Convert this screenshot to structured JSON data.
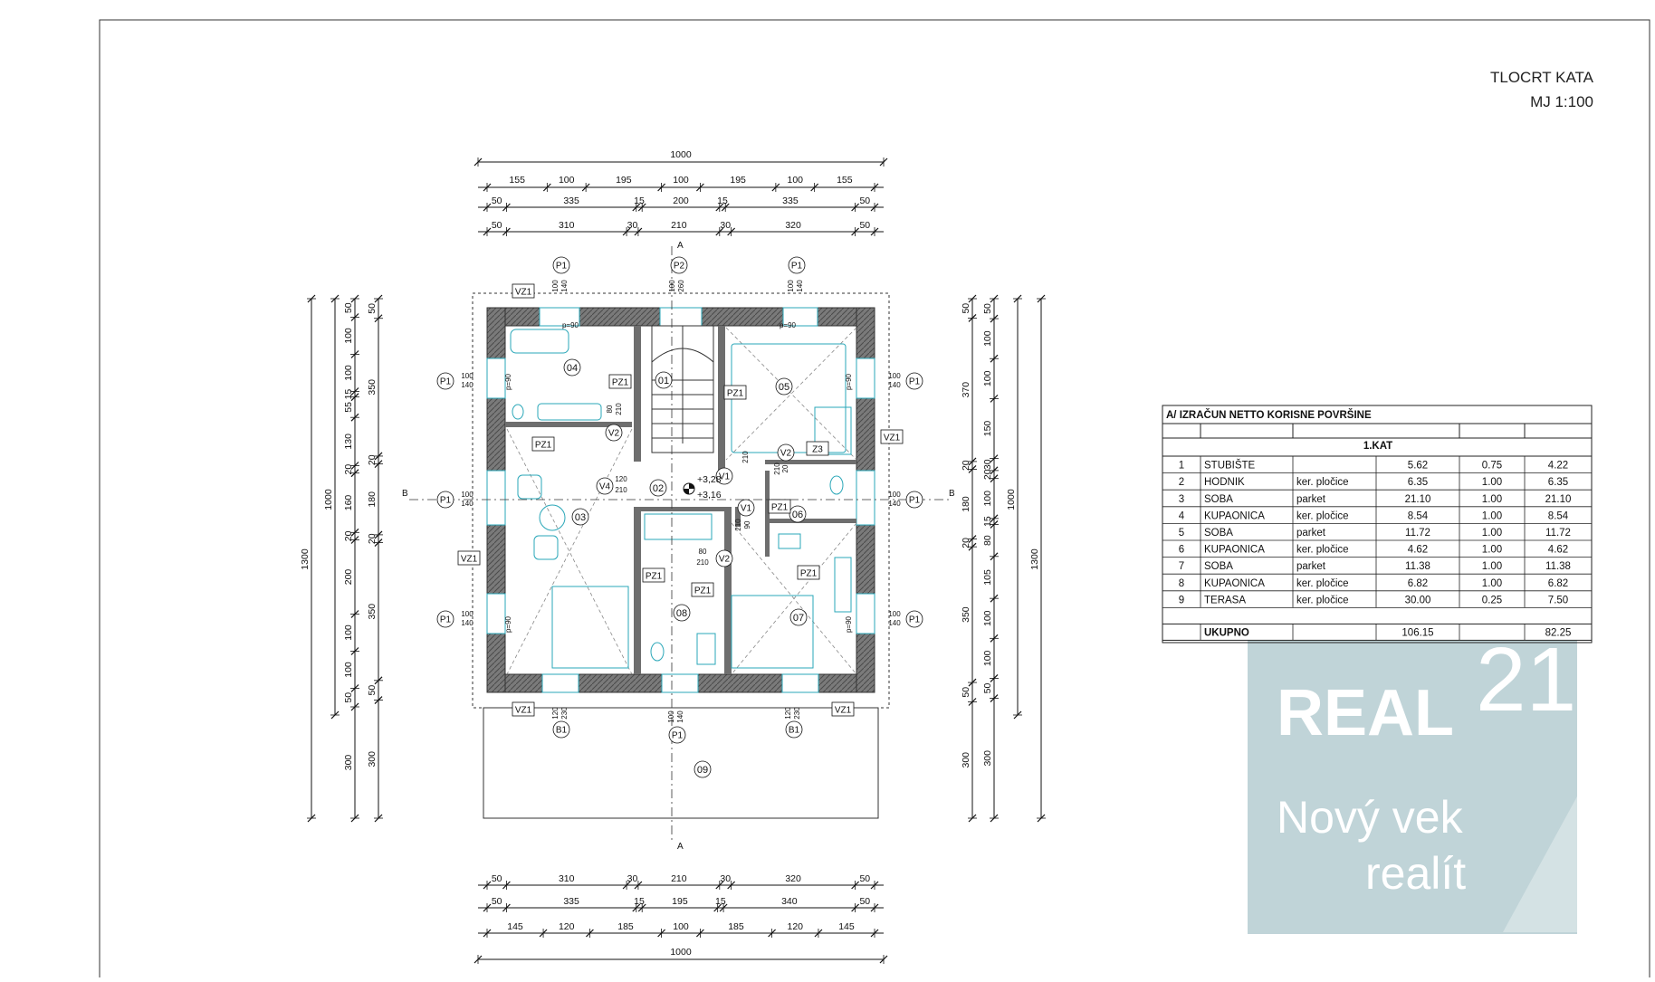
{
  "title": {
    "line1": "TLOCRT KATA",
    "line2": "MJ 1:100"
  },
  "dimensions": {
    "top_overall": "1000",
    "top_row1": [
      "155",
      "100",
      "195",
      "100",
      "195",
      "100",
      "155"
    ],
    "top_row2": [
      "50",
      "335",
      "15",
      "200",
      "15",
      "335",
      "50"
    ],
    "top_row3": [
      "50",
      "310",
      "30",
      "210",
      "30",
      "320",
      "50"
    ],
    "bottom_row1": [
      "50",
      "310",
      "30",
      "210",
      "30",
      "320",
      "50"
    ],
    "bottom_row2": [
      "50",
      "335",
      "15",
      "195",
      "15",
      "340",
      "50"
    ],
    "bottom_row3": [
      "145",
      "120",
      "185",
      "100",
      "185",
      "120",
      "145"
    ],
    "bottom_overall": "1000",
    "left_overall": "1300",
    "left_sub": "1000",
    "left_row2": [
      "50",
      "100",
      "100",
      "15",
      "55",
      "130",
      "20",
      "160",
      "20",
      "200",
      "100",
      "100",
      "50",
      "300"
    ],
    "left_row3": [
      "50",
      "350",
      "20",
      "180",
      "20",
      "350",
      "50",
      "300"
    ],
    "right_overall": "1300",
    "right_sub": "1000",
    "right_row1": [
      "50",
      "370",
      "20",
      "180",
      "20",
      "350",
      "50",
      "300"
    ],
    "right_row2": [
      "50",
      "100",
      "100",
      "150",
      "30",
      "20",
      "100",
      "15",
      "80",
      "105",
      "100",
      "100",
      "50",
      "300"
    ]
  },
  "rooms": [
    "01",
    "02",
    "03",
    "04",
    "05",
    "06",
    "07",
    "08",
    "09"
  ],
  "marks": {
    "p1": "P1",
    "p2": "P2",
    "vz1": "VZ1",
    "pz1": "PZ1",
    "b1": "B1",
    "v1": "V1",
    "v2": "V2",
    "v4": "V4",
    "z3": "Z3",
    "section": "B",
    "section_a": "A"
  },
  "window_sizes": {
    "w100": "100",
    "w140": "140",
    "w260": "260",
    "w120": "120",
    "w230": "230",
    "w210": "210",
    "w80": "80",
    "w90": "90",
    "w20": "20"
  },
  "levels": {
    "l1": "+3,28",
    "l2": "+3,16"
  },
  "parapet": "p=90",
  "table": {
    "title": "A/   IZRAČUN NETTO KORISNE POVRŠINE",
    "section": "1.KAT",
    "rows": [
      {
        "no": "1",
        "name": "STUBIŠTE",
        "finish": "",
        "area": "5.62",
        "coef": "0.75",
        "net": "4.22"
      },
      {
        "no": "2",
        "name": "HODNIK",
        "finish": "ker. pločice",
        "area": "6.35",
        "coef": "1.00",
        "net": "6.35"
      },
      {
        "no": "3",
        "name": "SOBA",
        "finish": "parket",
        "area": "21.10",
        "coef": "1.00",
        "net": "21.10"
      },
      {
        "no": "4",
        "name": "KUPAONICA",
        "finish": "ker. pločice",
        "area": "8.54",
        "coef": "1.00",
        "net": "8.54"
      },
      {
        "no": "5",
        "name": "SOBA",
        "finish": "parket",
        "area": "11.72",
        "coef": "1.00",
        "net": "11.72"
      },
      {
        "no": "6",
        "name": "KUPAONICA",
        "finish": "ker. pločice",
        "area": "4.62",
        "coef": "1.00",
        "net": "4.62"
      },
      {
        "no": "7",
        "name": "SOBA",
        "finish": "parket",
        "area": "11.38",
        "coef": "1.00",
        "net": "11.38"
      },
      {
        "no": "8",
        "name": "KUPAONICA",
        "finish": "ker. pločice",
        "area": "6.82",
        "coef": "1.00",
        "net": "6.82"
      },
      {
        "no": "9",
        "name": "TERASA",
        "finish": "ker. pločice",
        "area": "30.00",
        "coef": "0.25",
        "net": "7.50"
      }
    ],
    "total": {
      "label": "UKUPNO",
      "area": "106.15",
      "net": "82.25"
    }
  },
  "watermark": {
    "brand": "REAL",
    "number": "21",
    "tagline1": "Nový vek",
    "tagline2": "realít",
    "color": "#b9cfd4"
  },
  "colors": {
    "wall": "#6e6e6e",
    "fixture": "#2aa7b8",
    "line": "#222222"
  }
}
